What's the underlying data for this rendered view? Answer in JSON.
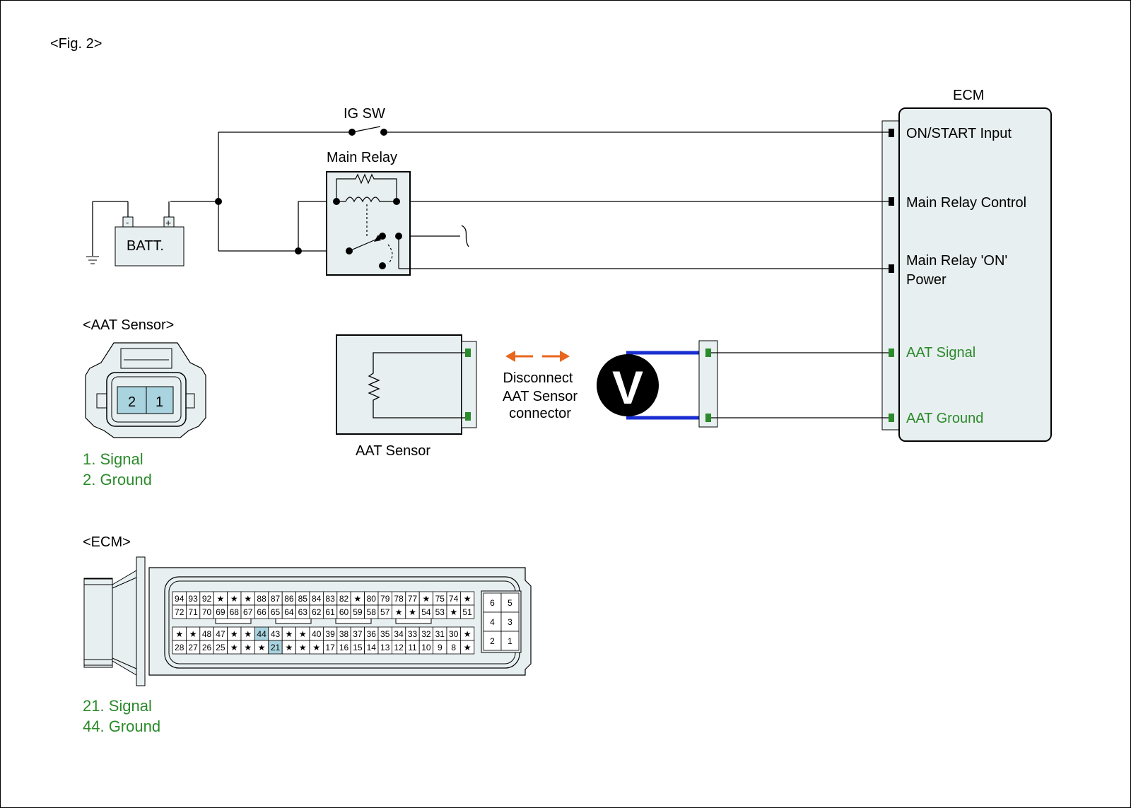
{
  "figure_label": "<Fig. 2>",
  "ecm": {
    "title": "ECM",
    "terminals": [
      "ON/START Input",
      "Main Relay Control",
      "Main Relay 'ON'",
      "Power",
      "AAT Signal",
      "AAT Ground"
    ]
  },
  "ig_sw": "IG SW",
  "main_relay": "Main Relay",
  "battery": {
    "label": "BATT.",
    "minus": "-",
    "plus": "+"
  },
  "aat_sensor_view": {
    "title": "<AAT Sensor>",
    "pins": [
      "2",
      "1"
    ],
    "legend": [
      "1. Signal",
      "2. Ground"
    ]
  },
  "aat_sensor_label": "AAT Sensor",
  "disconnect_note": [
    "Disconnect",
    "AAT Sensor",
    "connector"
  ],
  "voltmeter": "V",
  "ecm_connector": {
    "title": "<ECM>",
    "rows": [
      [
        "94",
        "93",
        "92",
        "★",
        "★",
        "★",
        "88",
        "87",
        "86",
        "85",
        "84",
        "83",
        "82",
        "★",
        "80",
        "79",
        "78",
        "77",
        "★",
        "75",
        "74",
        "★"
      ],
      [
        "72",
        "71",
        "70",
        "69",
        "68",
        "67",
        "66",
        "65",
        "64",
        "63",
        "62",
        "61",
        "60",
        "59",
        "58",
        "57",
        "★",
        "★",
        "54",
        "53",
        "★",
        "51"
      ],
      [
        "★",
        "★",
        "48",
        "47",
        "★",
        "★",
        "44",
        "43",
        "★",
        "★",
        "40",
        "39",
        "38",
        "37",
        "36",
        "35",
        "34",
        "33",
        "32",
        "31",
        "30",
        "★"
      ],
      [
        "28",
        "27",
        "26",
        "25",
        "★",
        "★",
        "★",
        "21",
        "★",
        "★",
        "★",
        "17",
        "16",
        "15",
        "14",
        "13",
        "12",
        "11",
        "10",
        "9",
        "8",
        "★"
      ]
    ],
    "highlight": [
      "44",
      "21"
    ],
    "aux_pins": [
      [
        "6",
        "5"
      ],
      [
        "4",
        "3"
      ],
      [
        "2",
        "1"
      ]
    ],
    "legend": [
      "21. Signal",
      "44. Ground"
    ]
  },
  "colors": {
    "housing_fill": "#e8eff0",
    "pin_highlight": "#a9d3de",
    "signal_text": "#2b8a2b",
    "probe_lead": "#1a2fd1",
    "disconnect_arrow": "#e8661e"
  }
}
